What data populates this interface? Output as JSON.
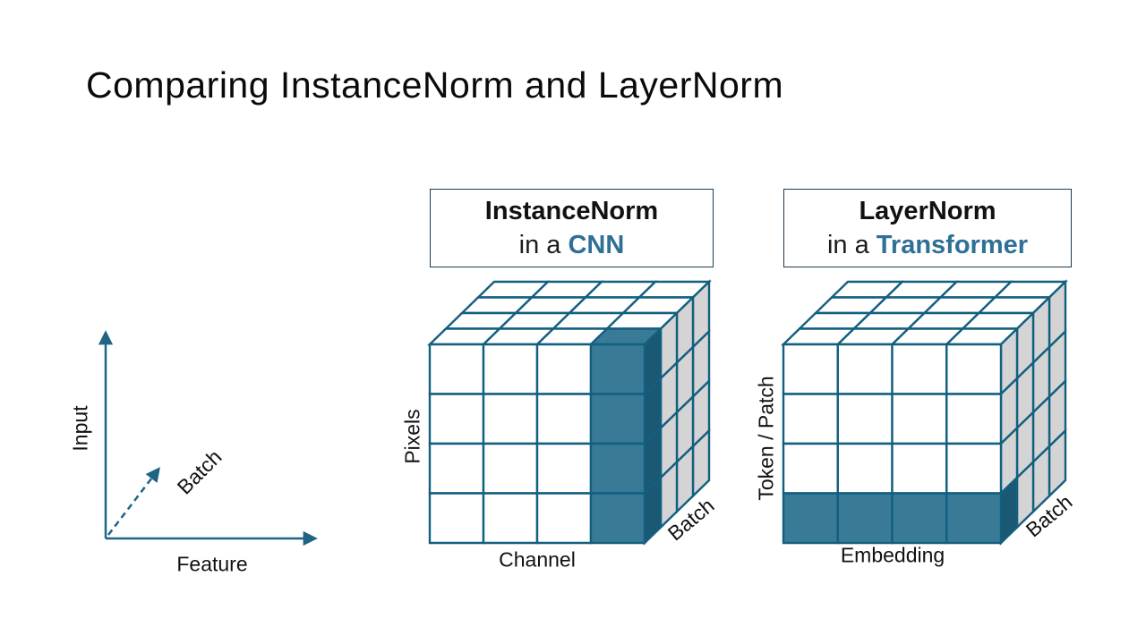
{
  "title": "Comparing InstanceNorm and LayerNorm",
  "colors": {
    "accent": "#2e7096",
    "cube_line": "#135f80",
    "highlight_fill": "#397b96",
    "highlight_dark": "#1a5873",
    "side_gray": "#d4d4d4",
    "face_white": "#ffffff",
    "axis": "#1f6484",
    "box_border": "#1c3c52"
  },
  "axis_diagram": {
    "y_label": "Input",
    "x_label": "Feature",
    "diagonal_label": "Batch"
  },
  "panels": [
    {
      "header": {
        "line1": "InstanceNorm",
        "line2_prefix": "in a ",
        "line2_accent": "CNN"
      },
      "cube": {
        "cols": 4,
        "rows": 4,
        "depth": 4,
        "highlight_mode": "column",
        "highlight_index": 3
      },
      "labels": {
        "side": "Pixels",
        "bottom": "Channel",
        "depth": "Batch"
      }
    },
    {
      "header": {
        "line1": "LayerNorm",
        "line2_prefix": "in a ",
        "line2_accent": "Transformer"
      },
      "cube": {
        "cols": 4,
        "rows": 4,
        "depth": 4,
        "highlight_mode": "row",
        "highlight_index": 3
      },
      "labels": {
        "side": "Token / Patch",
        "bottom": "Embedding",
        "depth": "Batch"
      }
    }
  ]
}
